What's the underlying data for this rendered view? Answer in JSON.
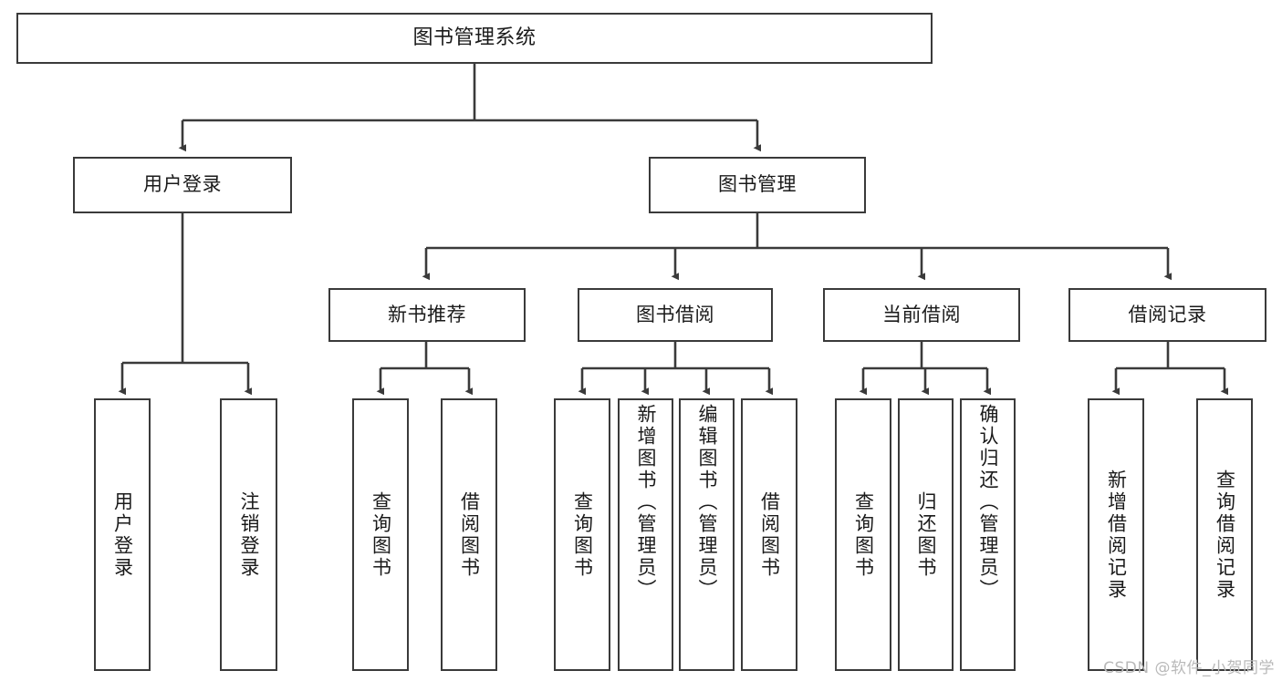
{
  "diagram": {
    "type": "tree-hierarchy",
    "title": "图书管理系统",
    "watermark": "CSDN @软件_小贺同学",
    "colors": {
      "box_border": "#3a3a3a",
      "box_fill": "#ffffff",
      "connector": "#3a3a3a",
      "text": "#1a1a1a",
      "watermark": "#b9b9b9",
      "background": "#ffffff"
    },
    "levels": {
      "root": {
        "label": "图书管理系统"
      },
      "level2": [
        {
          "label": "用户登录"
        },
        {
          "label": "图书管理"
        }
      ],
      "level3": [
        {
          "label": "新书推荐"
        },
        {
          "label": "图书借阅"
        },
        {
          "label": "当前借阅"
        },
        {
          "label": "借阅记录"
        }
      ],
      "leaves": {
        "user_login": [
          {
            "label": "用户登录"
          },
          {
            "label": "注销登录"
          }
        ],
        "new_book_recommend": [
          {
            "label": "查询图书"
          },
          {
            "label": "借阅图书"
          }
        ],
        "book_borrow": [
          {
            "label": "查询图书"
          },
          {
            "label": "新增图书（管理员）"
          },
          {
            "label": "编辑图书（管理员）"
          },
          {
            "label": "借阅图书"
          }
        ],
        "current_borrow": [
          {
            "label": "查询图书"
          },
          {
            "label": "归还图书"
          },
          {
            "label": "确认归还（管理员）"
          }
        ],
        "borrow_record": [
          {
            "label": "新增借阅记录"
          },
          {
            "label": "查询借阅记录"
          }
        ]
      }
    }
  }
}
